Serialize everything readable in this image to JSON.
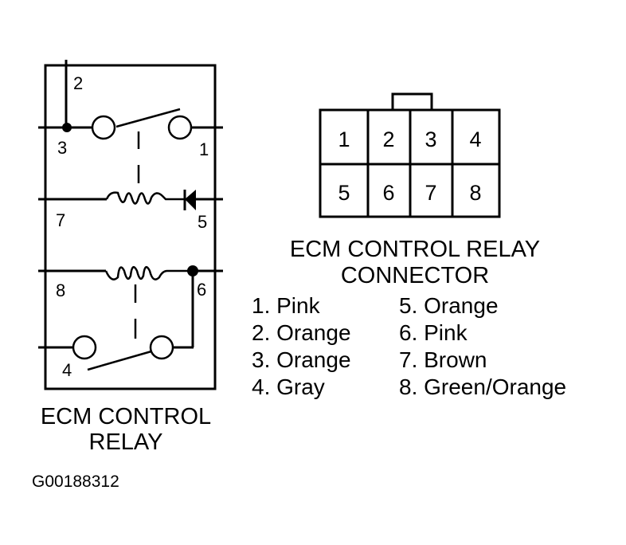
{
  "relay": {
    "title_line1": "ECM CONTROL",
    "title_line2": "RELAY",
    "pins": {
      "p1": "1",
      "p2": "2",
      "p3": "3",
      "p4": "4",
      "p5": "5",
      "p6": "6",
      "p7": "7",
      "p8": "8"
    }
  },
  "connector": {
    "title_line1": "ECM CONTROL RELAY",
    "title_line2": "CONNECTOR",
    "cells": [
      "1",
      "2",
      "3",
      "4",
      "5",
      "6",
      "7",
      "8"
    ],
    "legend_left": [
      "1. Pink",
      "2. Orange",
      "3. Orange",
      "4. Gray"
    ],
    "legend_right": [
      "5. Orange",
      "6. Pink",
      "7. Brown",
      "8. Green/Orange"
    ]
  },
  "figure_id": "G00188312"
}
